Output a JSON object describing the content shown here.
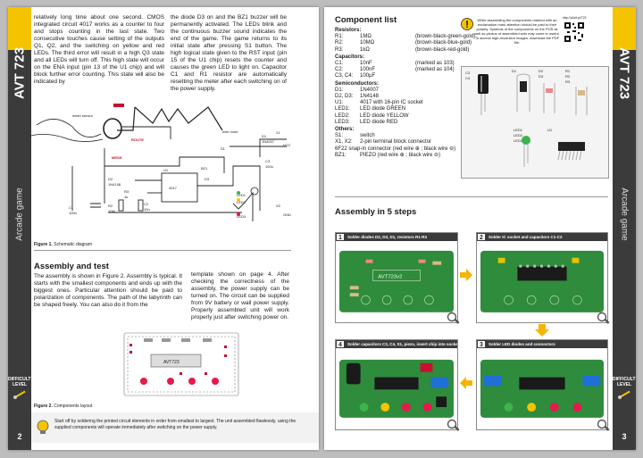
{
  "left": {
    "stripe_title": "AVT 723",
    "stripe_subtitle": "Arcade game",
    "difficulty": "DIFFICULTY LEVEL",
    "page_number": "2",
    "intro_col1": "relatively long time about one second. CMOS integrated circuit 4017 works as a counter to four and stops counting in the last state. Two consecutive touches cause setting of the outputs Q1, Q2, and the switching on yellow and red LEDs. The third error will result in a high Q3 state and all LEDs will turn off. This high state will occur on the ENA input (pin 13 of the U1 chip) and will block further error counting. This state will also be indicated by",
    "intro_col2": "the diode D3 on and the BZ1 buzzer will be permanently activated. The LEDs blink and the continuous buzzer sound indicates the end of the game. The game returns to its initial state after pressing S1 button. The high logical state given to the RST input (pin 15 of the U1 chip) resets the counter and causes the green LED to light on. Capacitor C1 and R1 resistor are automatically resetting the meter after each switching on of the power supply.",
    "schematic": {
      "mesh_sensor": "mesh sensor",
      "wire_route": "wire route",
      "route": "ROUTE",
      "mesh": "MESH",
      "labels": [
        "D2",
        "1N4148",
        "C2",
        "10n",
        "R2",
        "10M",
        "R3",
        "1k",
        "C1",
        "100n",
        "U1",
        "4017",
        "S1",
        "D1",
        "1N4007",
        "C3",
        "100u",
        "D3",
        "BZ1",
        "X1",
        "X2",
        "LED1",
        "LED2",
        "LED3",
        "GND",
        "VCC"
      ]
    },
    "fig1_num": "Figure 1.",
    "fig1_text": "Schematic diagram",
    "assembly_heading": "Assembly and test",
    "assembly_col1": "The assembly is shown in Figure 2. Assembly is typical. It starts with the smallest components and ends up with the biggest ones. Particular attention should be paid to polarization of components. The path of the labyrinth can be shaped freely. You can also do it from the",
    "assembly_col2": "template shown on page 4. After checking the correctness of the assembly, the power supply can be turned on. The circuit can be supplied from 9V battery or wall power supply. Properly assembled unit will work properly just after switching power on.",
    "layout_label": "AVT723",
    "fig2_num": "Figure 2.",
    "fig2_text": "Components layout",
    "tip": "Start off by soldering the printed circuit elements in order from smallest to largest. The unit assembled flawlessly, using the supplied components will operate immediately after switching on the power supply."
  },
  "right": {
    "stripe_title": "AVT 723",
    "stripe_subtitle": "Arcade game",
    "difficulty": "DIFFICULTY LEVEL",
    "page_number": "3",
    "component_heading": "Component list",
    "groups": [
      {
        "name": "Resistors:",
        "rows": [
          {
            "ref": "R1:",
            "val": "1MΩ",
            "note": "(brown-black-green-gold)"
          },
          {
            "ref": "R2:",
            "val": "10MΩ",
            "note": "(brown-black-blue-gold)"
          },
          {
            "ref": "R3:",
            "val": "1kΩ",
            "note": "(brown-black-red-gold)"
          }
        ]
      },
      {
        "name": "Capacitors:",
        "rows": [
          {
            "ref": "C1:",
            "val": "10nF",
            "note": "(marked as 103)"
          },
          {
            "ref": "C2:",
            "val": "100nF",
            "note": "(marked as 104)"
          },
          {
            "ref": "C3, C4:",
            "val": "100µF",
            "note": ""
          }
        ]
      },
      {
        "name": "Semiconductors:",
        "rows": [
          {
            "ref": "D1:",
            "val": "1N4007",
            "note": ""
          },
          {
            "ref": "D2, D3:",
            "val": "1N4148",
            "note": ""
          },
          {
            "ref": "U1:",
            "val": "4017 with 16-pin IC socket",
            "note": ""
          },
          {
            "ref": "LED1:",
            "val": "LED diode GREEN",
            "note": ""
          },
          {
            "ref": "LED2:",
            "val": "LED diode YELLOW",
            "note": ""
          },
          {
            "ref": "LED3:",
            "val": "LED diode RED",
            "note": ""
          }
        ]
      },
      {
        "name": "Others:",
        "rows": [
          {
            "ref": "S1:",
            "val": "switch",
            "note": ""
          },
          {
            "ref": "X1, X2:",
            "val": "2-pin terminal block connector",
            "note": ""
          },
          {
            "ref": "6F22 snap-in connector",
            "val": "(red wire ⊕ ; black wire ⊖)",
            "note": ""
          },
          {
            "ref": "BZ1:",
            "val": "PIEZO (red wire ⊕ ; black wire ⊖)",
            "note": ""
          }
        ]
      }
    ],
    "notice": "While assembling the components marked with an exclamation mark attention should be paid to their polarity. Symbols of the components on the PCB as well as photos of assembled sets may come in useful. To access high-resolution images, download the PDF file.",
    "qr_caption": "http://dl.kit.pl/723",
    "photo_labels": [
      "C3",
      "C4",
      "D1",
      "D2",
      "D3",
      "R1",
      "R2",
      "R3",
      "LED1",
      "LED2",
      "LED3",
      "U1"
    ],
    "assembly_heading": "Assembly in 5 steps",
    "steps": [
      {
        "num": "1",
        "label": "Solder diodes D2, D3, D1, resistors R1-R3"
      },
      {
        "num": "2",
        "label": "Solder IC socket and capacitors C1-C2"
      },
      {
        "num": "3",
        "label": "Solder LED diodes and connectors"
      },
      {
        "num": "4",
        "label": "Solder capacitors C3, C4, S1, piezo, insert chip into socket, and battery connector"
      }
    ],
    "pcb_label": "AVT723v2"
  },
  "colors": {
    "stripe": "#3b3b3b",
    "accent": "#f5c400",
    "pcb": "#2f8c3c",
    "arrow": "#f4b400",
    "route": "#c8102e"
  }
}
